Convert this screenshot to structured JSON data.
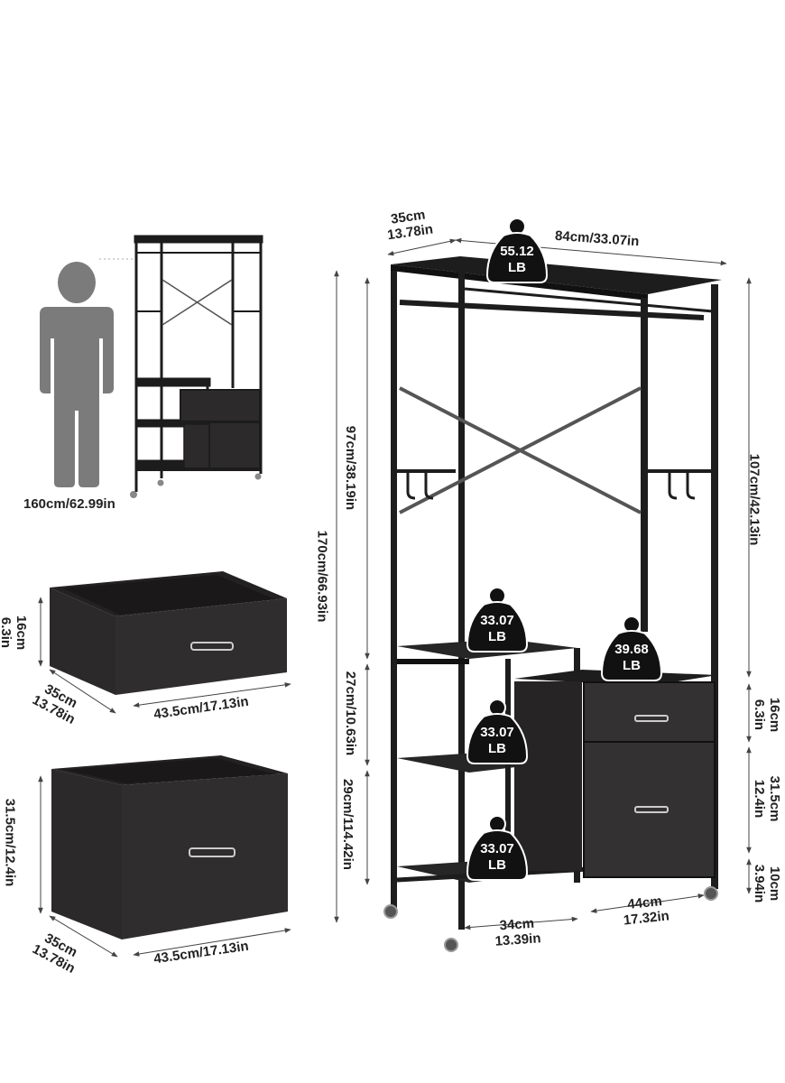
{
  "person": {
    "height_label": "160cm/62.99in"
  },
  "small_box": {
    "height_cm": "16cm",
    "height_in": "6.3in",
    "depth_cm": "35cm",
    "depth_in": "13.78in",
    "width_label": "43.5cm/17.13in"
  },
  "large_box": {
    "height_label": "31.5cm/12.4in",
    "depth_cm": "35cm",
    "depth_in": "13.78in",
    "width_label": "43.5cm/17.13in"
  },
  "rack": {
    "depth_cm": "35cm",
    "depth_in": "13.78in",
    "width_label": "84cm/33.07in",
    "total_height": "170cm/66.93in",
    "upper_height": "97cm/38.19in",
    "mid_height": "27cm/10.63in",
    "low_height": "29cm/114.42in",
    "right_upper_height": "107cm/42.13in",
    "right_drawer_small_cm": "16cm",
    "right_drawer_small_in": "6.3in",
    "right_drawer_large_cm": "31.5cm",
    "right_drawer_large_in": "12.4in",
    "right_base_cm": "10cm",
    "right_base_in": "3.94in",
    "shelf_width_cm": "34cm",
    "shelf_width_in": "13.39in",
    "drawer_width_cm": "44cm",
    "drawer_width_in": "17.32in"
  },
  "weights": [
    {
      "value": "55.12",
      "unit": "LB"
    },
    {
      "value": "33.07",
      "unit": "LB"
    },
    {
      "value": "39.68",
      "unit": "LB"
    },
    {
      "value": "33.07",
      "unit": "LB"
    },
    {
      "value": "33.07",
      "unit": "LB"
    }
  ],
  "colors": {
    "frame": "#1c1c1c",
    "fabric": "#2a2828",
    "person": "#7a7a7a",
    "dim_line": "#444444"
  }
}
